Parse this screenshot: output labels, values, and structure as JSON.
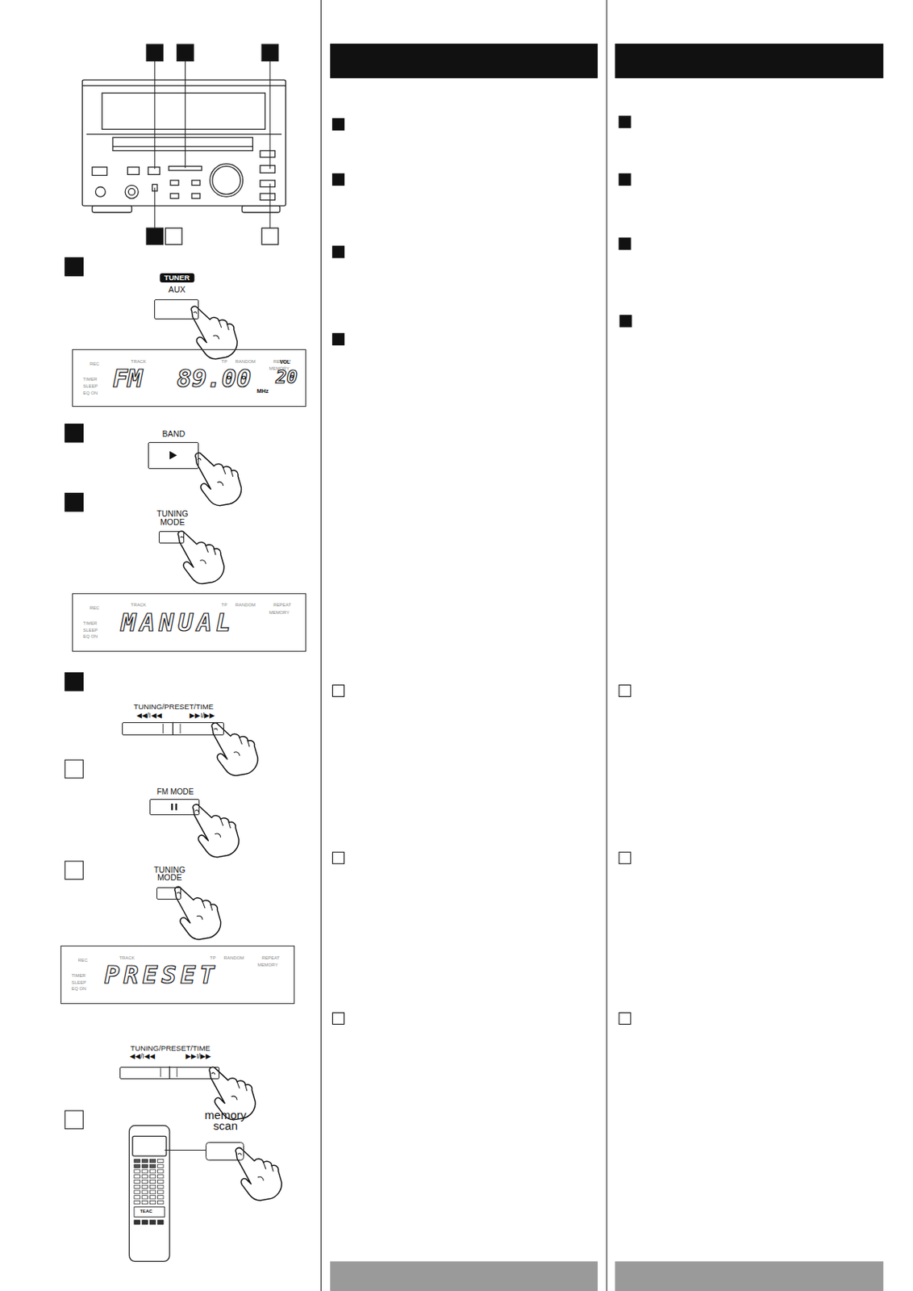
{
  "diagram": {
    "nodes": [
      {
        "text": [
          "TUNER",
          "AUX"
        ]
      },
      {
        "text": [
          "REC",
          "TRACK",
          "TP",
          "RANDOM",
          "REPEAT",
          "MEMORY",
          "TIMER",
          "SLEEP",
          "EQ ON",
          "FM",
          "89.00",
          "MHz",
          "VOL",
          "20"
        ]
      },
      {
        "text": [
          "BAND"
        ]
      },
      {
        "text": [
          "TUNING MODE"
        ]
      },
      {
        "text": [
          "REC",
          "TRACK",
          "TP",
          "RANDOM",
          "REPEAT",
          "MEMORY",
          "TIMER",
          "SLEEP",
          "EQ ON",
          "MANUAL"
        ]
      },
      {
        "text": [
          "TUNING/PRESET/TIME",
          "◀◀/I◀◀",
          "▶▶I/▶▶"
        ]
      },
      {
        "text": [
          "FM MODE"
        ]
      },
      {
        "text": [
          "TUNING MODE"
        ]
      },
      {
        "text": [
          "REC",
          "TRACK",
          "TP",
          "RANDOM",
          "REPEAT",
          "MEMORY",
          "TIMER",
          "SLEEP",
          "EQ ON",
          "PRESET"
        ]
      },
      {
        "text": [
          "TUNING/PRESET/TIME",
          "◀◀/I◀◀",
          "▶▶I/▶▶"
        ]
      },
      {
        "text": [
          "memory scan"
        ]
      }
    ],
    "labels": [
      "TEAC"
    ]
  }
}
